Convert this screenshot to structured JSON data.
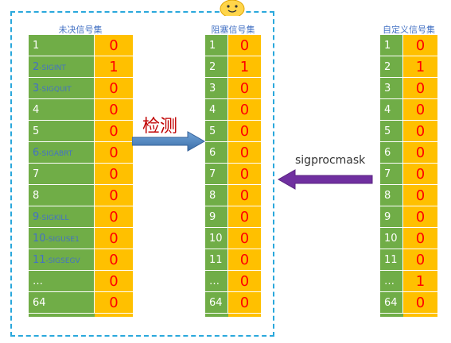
{
  "titles": {
    "pending": "未决信号集",
    "blocked": "阻塞信号集",
    "custom": "自定义信号集"
  },
  "detect_label": "检测",
  "sigprocmask_label": "sigprocmask",
  "pending": [
    {
      "n": "1",
      "s": "",
      "v": "0"
    },
    {
      "n": "2",
      "s": "-SIGINT",
      "v": "1"
    },
    {
      "n": "3",
      "s": "-SIGQUIT",
      "v": "0"
    },
    {
      "n": "4",
      "s": "",
      "v": "0"
    },
    {
      "n": "5",
      "s": "",
      "v": "0"
    },
    {
      "n": "6",
      "s": "-SIGABRT",
      "v": "0"
    },
    {
      "n": "7",
      "s": "",
      "v": "0"
    },
    {
      "n": "8",
      "s": "",
      "v": "0"
    },
    {
      "n": "9",
      "s": "-SIGKILL",
      "v": "0"
    },
    {
      "n": "10",
      "s": "-SIGUSE1",
      "v": "0"
    },
    {
      "n": "11",
      "s": "-SIGSEGV",
      "v": "0"
    },
    {
      "n": "…",
      "s": "",
      "v": "0"
    },
    {
      "n": "64",
      "s": "",
      "v": "0"
    }
  ],
  "blocked": [
    {
      "n": "1",
      "v": "0"
    },
    {
      "n": "2",
      "v": "1"
    },
    {
      "n": "3",
      "v": "0"
    },
    {
      "n": "4",
      "v": "0"
    },
    {
      "n": "5",
      "v": "0"
    },
    {
      "n": "6",
      "v": "0"
    },
    {
      "n": "7",
      "v": "0"
    },
    {
      "n": "8",
      "v": "0"
    },
    {
      "n": "9",
      "v": "0"
    },
    {
      "n": "10",
      "v": "0"
    },
    {
      "n": "11",
      "v": "0"
    },
    {
      "n": "…",
      "v": "0"
    },
    {
      "n": "64",
      "v": "0"
    }
  ],
  "custom": [
    {
      "n": "1",
      "v": "0"
    },
    {
      "n": "2",
      "v": "1"
    },
    {
      "n": "3",
      "v": "0"
    },
    {
      "n": "4",
      "v": "0"
    },
    {
      "n": "5",
      "v": "0"
    },
    {
      "n": "6",
      "v": "0"
    },
    {
      "n": "7",
      "v": "0"
    },
    {
      "n": "8",
      "v": "0"
    },
    {
      "n": "9",
      "v": "0"
    },
    {
      "n": "10",
      "v": "0"
    },
    {
      "n": "11",
      "v": "0"
    },
    {
      "n": "…",
      "v": "1"
    },
    {
      "n": "64",
      "v": "0"
    }
  ],
  "colors": {
    "number_col": "#70ad47",
    "value_col": "#ffc000",
    "value_text": "#ff0000",
    "blue_text": "#4472c4",
    "dashed_border": "#2aa8dc",
    "detect_arrow": "#4f81bd",
    "detect_text": "#c00000",
    "mask_arrow": "#7030a0"
  }
}
